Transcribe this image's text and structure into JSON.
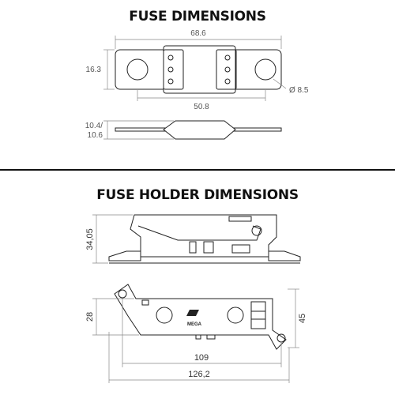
{
  "fuse": {
    "title": "FUSE DIMENSIONS",
    "dim_length": "68.6",
    "dim_height": "16.3",
    "dim_hole": "Ø 8.5",
    "dim_pitch": "50.8",
    "dim_thickness_a": "10.4/",
    "dim_thickness_b": "10.6"
  },
  "holder": {
    "title": "FUSE HOLDER DIMENSIONS",
    "dim_height": "34,05",
    "dim_width": "28",
    "dim_depth": "45",
    "dim_pitch": "109",
    "dim_length": "126,2",
    "logo_text": "MEGA"
  },
  "colors": {
    "line": "#222222",
    "dim_line": "#888888",
    "separator": "#111111"
  }
}
